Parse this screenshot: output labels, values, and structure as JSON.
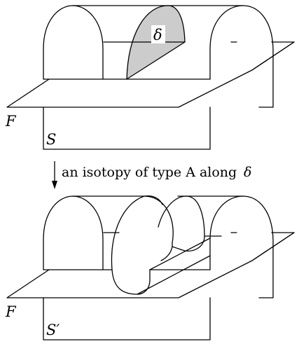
{
  "top_diagram": {
    "surface_label": "F",
    "sphere_label": "S",
    "disk_label": "δ",
    "disk_fill": "#cccccc"
  },
  "arrow": {
    "caption": "an isotopy of type A along",
    "caption_symbol": "δ"
  },
  "bottom_diagram": {
    "surface_label": "F",
    "sphere_label": "S′"
  }
}
